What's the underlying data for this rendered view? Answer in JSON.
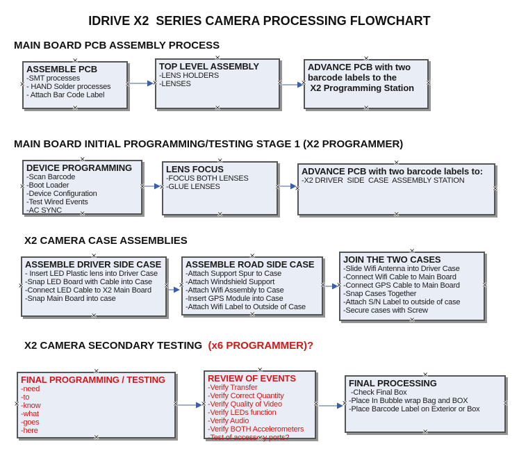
{
  "title": "IDRIVE X2  SERIES CAMERA PROCESSING FLOWCHART",
  "colors": {
    "box_fill": "#e8edf6",
    "box_border": "#555555",
    "arrow_line": "#9fb1cf",
    "arrow_head": "#3b5ea6",
    "red_text": "#cc1a1a",
    "heading_text": "#111111"
  },
  "sections": [
    {
      "heading": "MAIN BOARD PCB ASSEMBLY PROCESS",
      "boxes": [
        {
          "title_lines": [
            "ASSEMBLE PCB"
          ],
          "items": [
            "-SMT processes",
            "- HAND Solder processes",
            "- Attach Bar Code Label"
          ]
        },
        {
          "title_lines": [
            "TOP LEVEL ASSEMBLY"
          ],
          "items": [
            "-LENS HOLDERS",
            "-LENSES"
          ]
        },
        {
          "title_lines": [
            "ADVANCE PCB with two",
            "barcode labels to the",
            " X2 Programming Station"
          ],
          "items": []
        }
      ]
    },
    {
      "heading": "MAIN BOARD INITIAL PROGRAMMING/TESTING STAGE 1 (X2 PROGRAMMER)",
      "boxes": [
        {
          "title_lines": [
            "DEVICE PROGRAMMING"
          ],
          "items": [
            "-Scan Barcode",
            "-Boot Loader",
            "-Device Configuration",
            "-Test Wired Events",
            "-AC SYNC"
          ]
        },
        {
          "title_lines": [
            "LENS FOCUS"
          ],
          "items": [
            "-FOCUS BOTH LENSES",
            "-GLUE LENSES"
          ]
        },
        {
          "title_lines": [
            "ADVANCE PCB with two barcode labels to:"
          ],
          "items": [
            "-X2 DRIVER  SIDE  CASE  ASSEMBLY STATION"
          ]
        }
      ]
    },
    {
      "heading": "X2 CAMERA CASE ASSEMBLIES",
      "boxes": [
        {
          "title_lines": [
            "ASSEMBLE DRIVER SIDE CASE"
          ],
          "items": [
            "- Insert LED Plastic lens into Driver Case",
            "-Snap LED Board with Cable into Case",
            "-Connect LED Cable to X2 Main Board",
            "-Snap Main Board into case"
          ]
        },
        {
          "title_lines": [
            "ASSEMBLE ROAD SIDE CASE"
          ],
          "items": [
            "-Attach Support Spur to Case",
            "-Attach Windshield Support",
            "-Attach Wifi Assembly to Case",
            "-Insert GPS Module into Case",
            "-Attach Wifi Label to Outside of Case"
          ]
        },
        {
          "title_lines": [
            "JOIN THE TWO CASES"
          ],
          "items": [
            "-Slide Wifi Antenna into Driver Case",
            "-Connect Wifi Cable to Main Board",
            "-Connect GPS Cable to Main Board",
            "-Snap Cases Together",
            "-Attach S/N Label to outside of case",
            "-Secure cases with Screw"
          ]
        }
      ]
    },
    {
      "heading": "X2 CAMERA SECONDARY TESTING ",
      "heading_suffix": " (x6 PROGRAMMER)?",
      "boxes": [
        {
          "title_lines": [
            "FINAL PROGRAMMING / TESTING"
          ],
          "items": [
            "-need",
            "-to",
            "-know",
            "-what",
            "-goes",
            "-here"
          ],
          "text_color": "red"
        },
        {
          "title_lines": [
            "REVIEW OF EVENTS"
          ],
          "items": [
            "-Verify Transfer",
            "-Verify Correct Quantity",
            "-Verify Quality of Video",
            "-Verify LEDs function",
            "-Verify Audio",
            "-Verify BOTH Accelerometers",
            "-Test of accessory ports?"
          ],
          "text_color": "red"
        },
        {
          "title_lines": [
            "FINAL PROCESSING"
          ],
          "items": [
            " -Check Final Box",
            "-Place In Bubble wrap Bag and BOX",
            "-Place Barcode Label on Exterior or Box"
          ]
        }
      ]
    }
  ]
}
